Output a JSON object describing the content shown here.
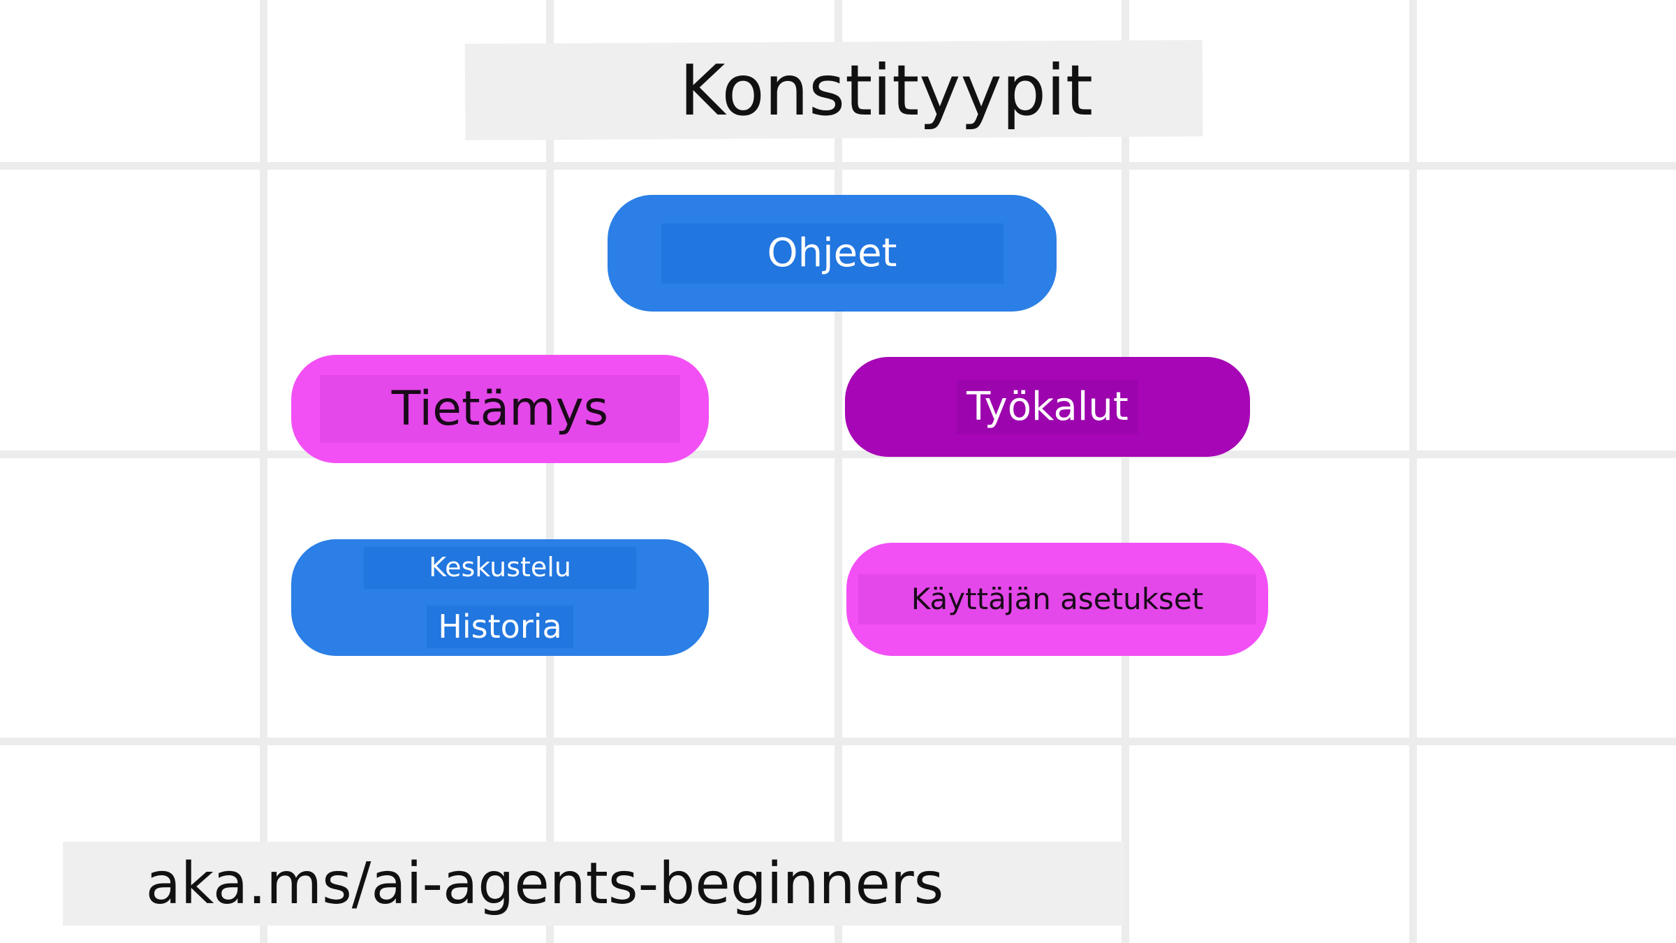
{
  "title": "Konstityypit",
  "nodes": {
    "ohjeet": "Ohjeet",
    "tietamys": "Tietämys",
    "tyokalut": "Työkalut",
    "keskustelu": "Keskustelu",
    "historia": "Historia",
    "kayttajan_asetukset": "Käyttäjän asetukset"
  },
  "footer_url": "aka.ms/ai-agents-beginners",
  "colors": {
    "blue": "#2b7fe6",
    "pink": "#f250f5",
    "purple": "#a706b6",
    "grid": "#ececec",
    "label_bar": "#efefef"
  }
}
